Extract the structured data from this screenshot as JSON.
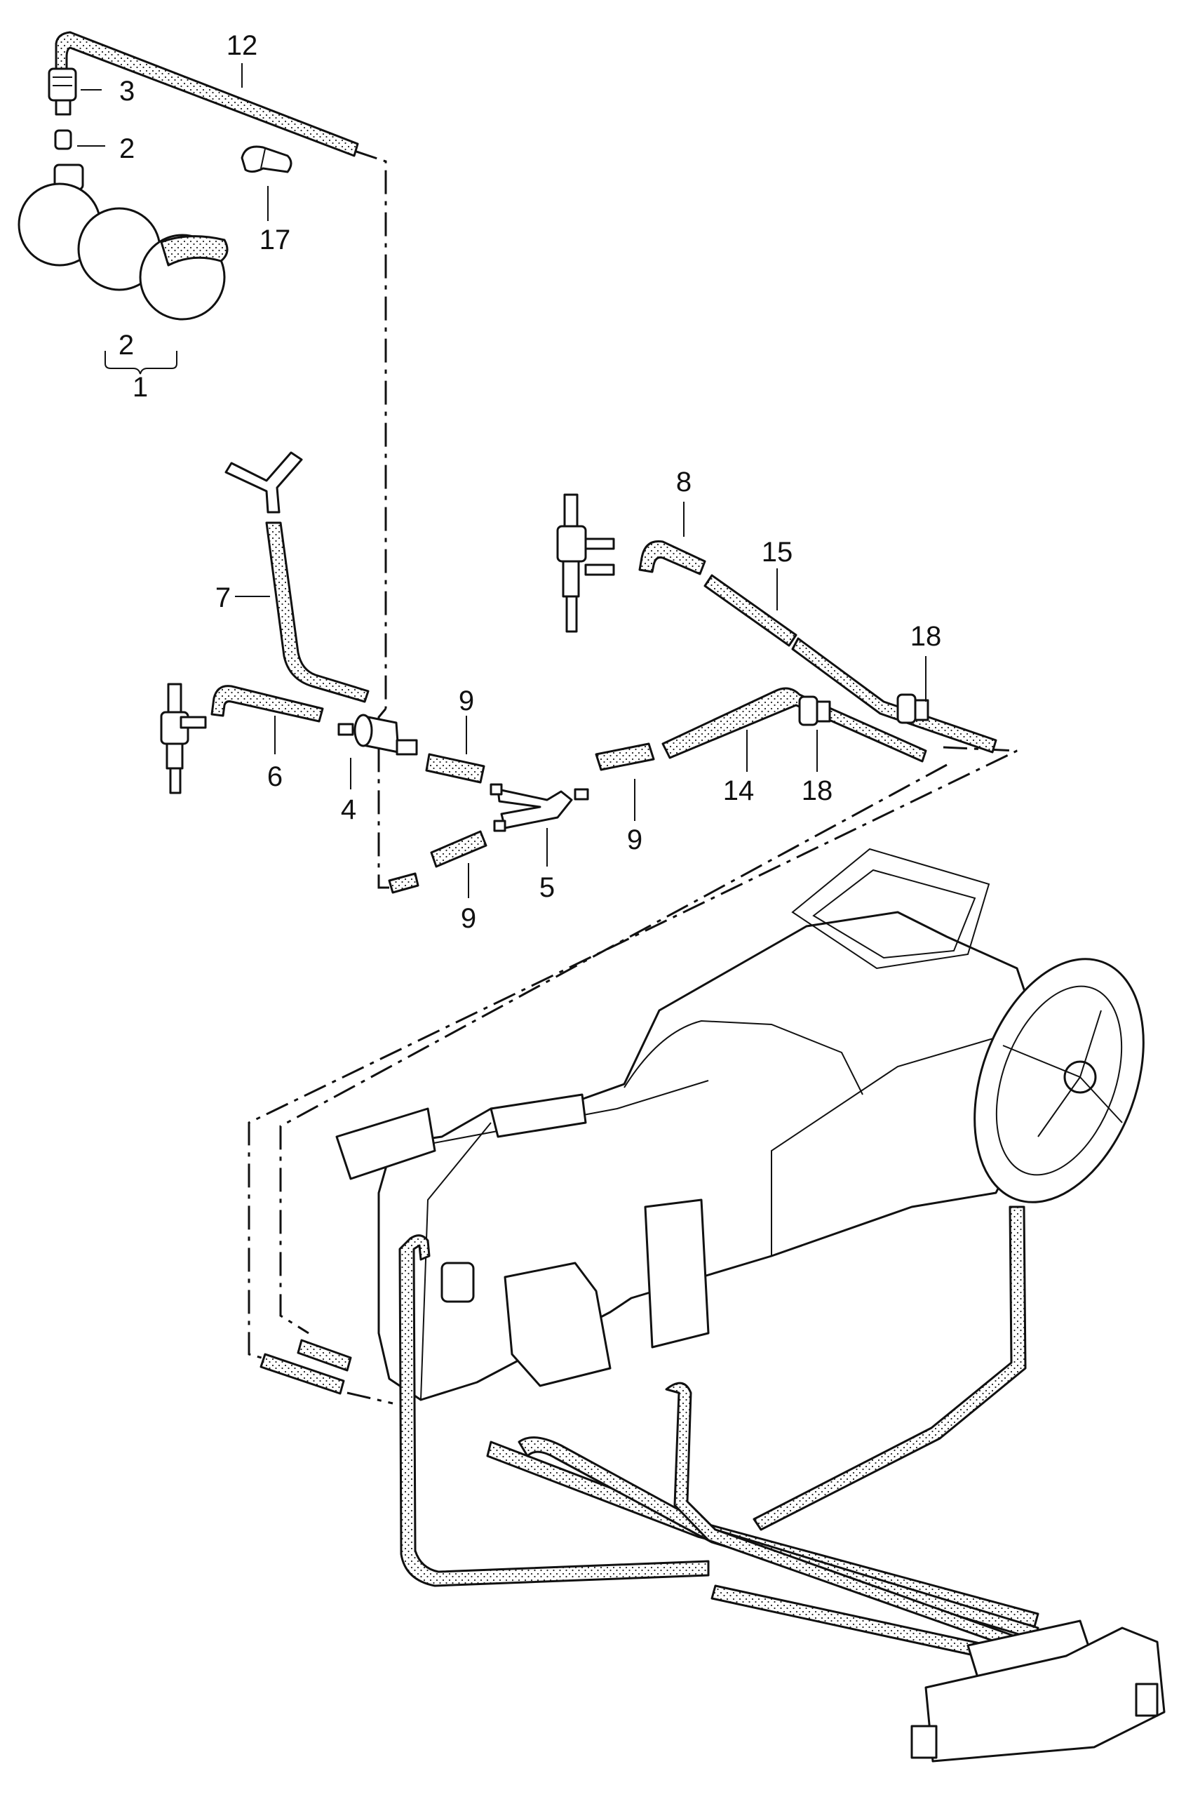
{
  "diagram": {
    "callouts": [
      {
        "id": "c12",
        "text": "12"
      },
      {
        "id": "c3",
        "text": "3"
      },
      {
        "id": "c2a",
        "text": "2"
      },
      {
        "id": "c17",
        "text": "17"
      },
      {
        "id": "c2b",
        "text": "2"
      },
      {
        "id": "c1",
        "text": "1"
      },
      {
        "id": "c8",
        "text": "8"
      },
      {
        "id": "c15",
        "text": "15"
      },
      {
        "id": "c7",
        "text": "7"
      },
      {
        "id": "c18a",
        "text": "18"
      },
      {
        "id": "c9a",
        "text": "9"
      },
      {
        "id": "c6",
        "text": "6"
      },
      {
        "id": "c4",
        "text": "4"
      },
      {
        "id": "c14",
        "text": "14"
      },
      {
        "id": "c18b",
        "text": "18"
      },
      {
        "id": "c9b",
        "text": "9"
      },
      {
        "id": "c5",
        "text": "5"
      },
      {
        "id": "c9c",
        "text": "9"
      }
    ]
  }
}
